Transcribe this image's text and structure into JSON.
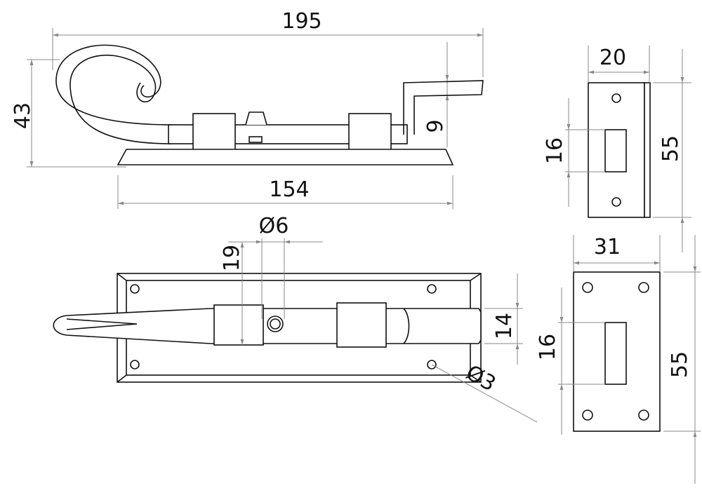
{
  "drawing": {
    "side_view": {
      "overall_length": "195",
      "height": "43",
      "handle_offset": "9",
      "plate_length": "154"
    },
    "keep_side": {
      "width": "20",
      "slot": "16",
      "height": "55"
    },
    "top_view": {
      "hole_dia": "Ø6",
      "bracket_width": "19",
      "bolt_width": "14",
      "screw_hole_dia": "Ø3"
    },
    "keep_front": {
      "width": "31",
      "slot": "16",
      "height": "55"
    }
  }
}
